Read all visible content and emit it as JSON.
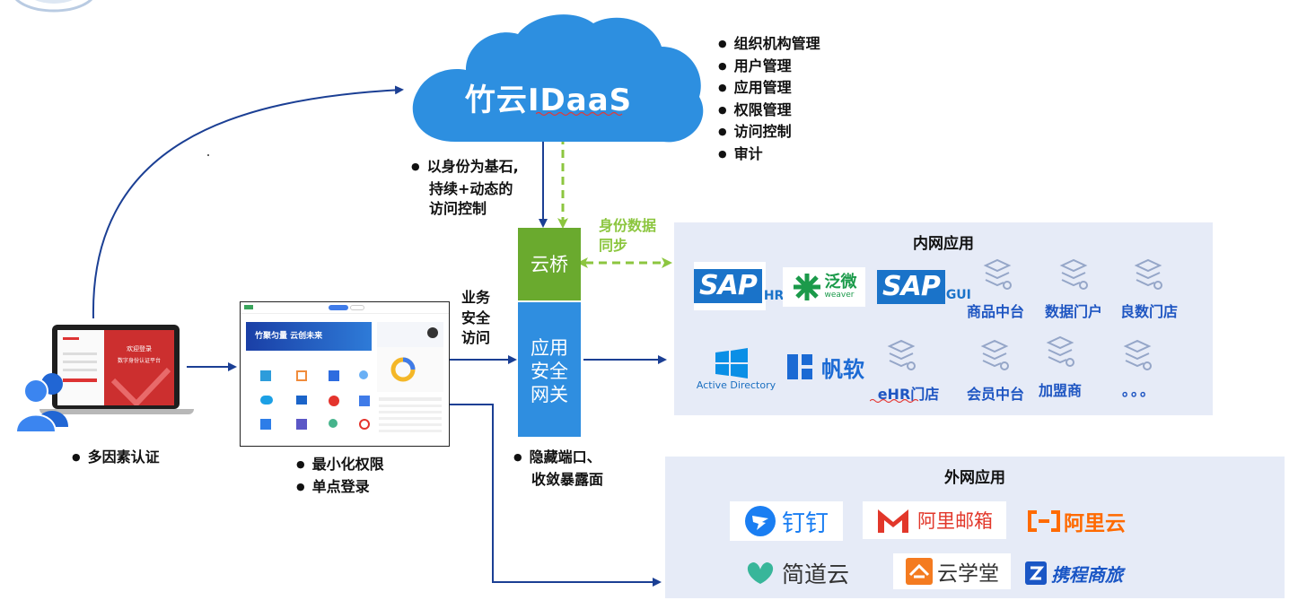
{
  "cloud": {
    "title": "竹云IDaaS",
    "features": [
      "组织机构管理",
      "用户管理",
      "应用管理",
      "权限管理",
      "访问控制",
      "审计"
    ]
  },
  "notes": {
    "identity_basis": [
      "以身份为基石,",
      "持续+动态的",
      "访问控制"
    ],
    "identity_sync": [
      "身份数据",
      "同步"
    ],
    "business_access": [
      "业务",
      "安全",
      "访问"
    ],
    "hidden_ports": [
      "隐藏端口、",
      "收敛暴露面"
    ],
    "mfa": "多因素认证",
    "portal_points": [
      "最小化权限",
      "单点登录"
    ]
  },
  "blocks": {
    "cloud_bridge": "云桥",
    "gateway": [
      "应用",
      "安全",
      "网关"
    ]
  },
  "intranet": {
    "title": "内网应用",
    "apps": [
      "商品中台",
      "数据门户",
      "良数门店",
      "eHR门店",
      "会员中台",
      "加盟商",
      "。。。"
    ],
    "logos": {
      "sap_hr": {
        "mark": "SAP",
        "suffix": "HR"
      },
      "fanwei": {
        "name": "泛微",
        "sub": "weaver"
      },
      "sap_gui": {
        "mark": "SAP",
        "suffix": "GUI"
      },
      "active_directory": "Active Directory",
      "fanruan": "帆软"
    }
  },
  "internet": {
    "title": "外网应用",
    "apps": [
      "钉钉",
      "阿里邮箱",
      "阿里云",
      "简道云",
      "云学堂",
      "携程商旅"
    ]
  },
  "laptop": {
    "welcome": "欢迎登录",
    "platform": "数字身份认证平台"
  },
  "portal": {
    "banner": "竹聚匀量 云创未来"
  },
  "colors": {
    "cloud": "#2d8fe0",
    "bridge": "#6aaa2e",
    "gateway": "#2f8ee0",
    "sync_arrow": "#8cc63f",
    "flow_arrow": "#1b3f94",
    "panel": "#e6ebf7"
  }
}
